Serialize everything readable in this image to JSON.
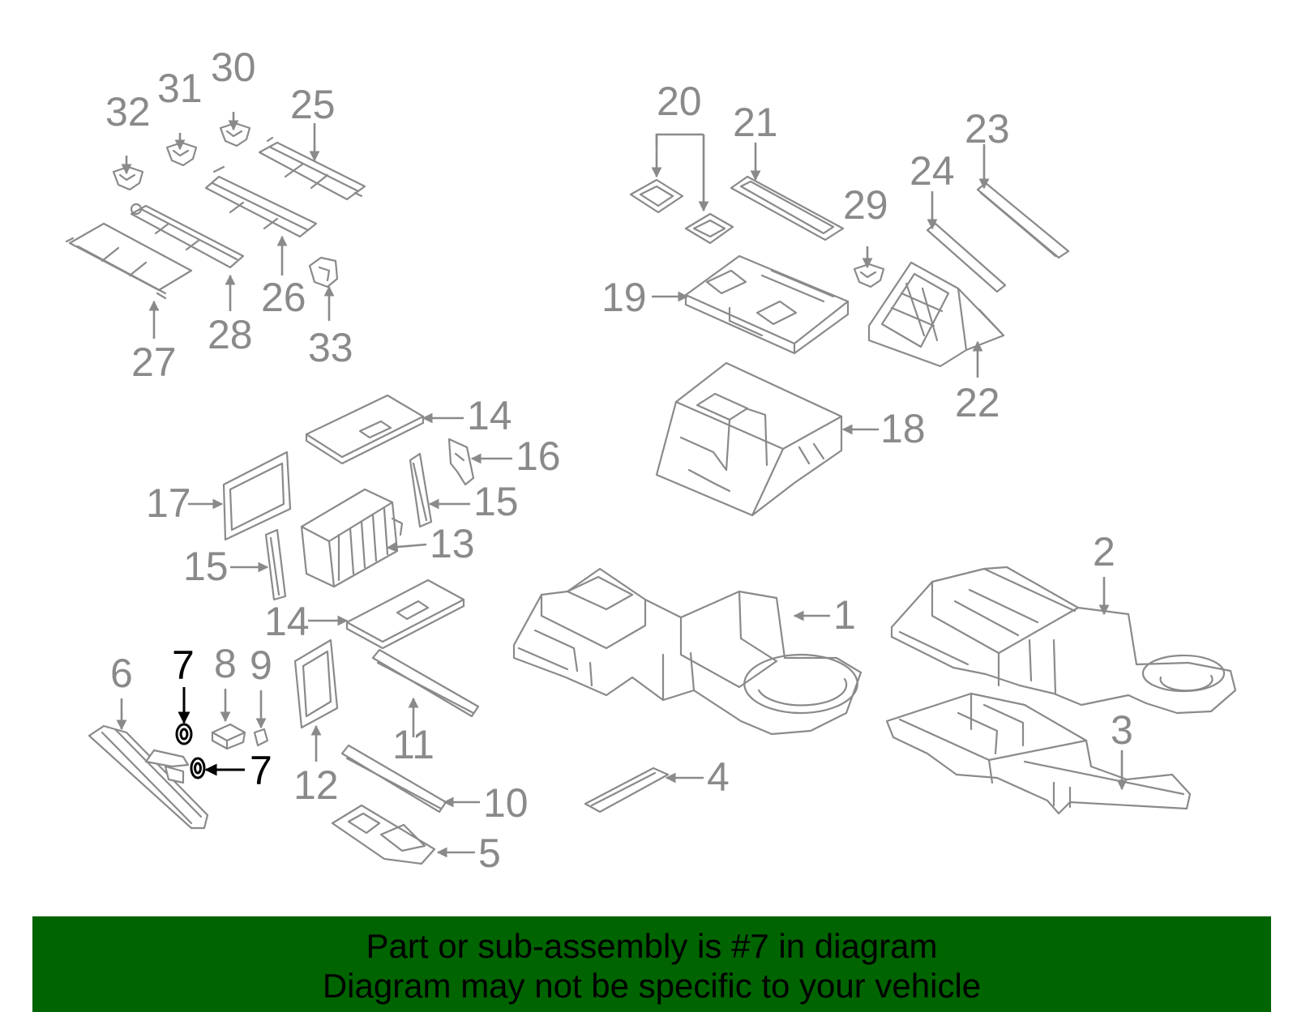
{
  "diagram": {
    "callouts": [
      {
        "id": "c32",
        "label": "32"
      },
      {
        "id": "c31",
        "label": "31"
      },
      {
        "id": "c30",
        "label": "30"
      },
      {
        "id": "c25",
        "label": "25"
      },
      {
        "id": "c26",
        "label": "26"
      },
      {
        "id": "c27",
        "label": "27"
      },
      {
        "id": "c28",
        "label": "28"
      },
      {
        "id": "c33",
        "label": "33"
      },
      {
        "id": "c20",
        "label": "20"
      },
      {
        "id": "c21",
        "label": "21"
      },
      {
        "id": "c23",
        "label": "23"
      },
      {
        "id": "c24",
        "label": "24"
      },
      {
        "id": "c29",
        "label": "29"
      },
      {
        "id": "c19",
        "label": "19"
      },
      {
        "id": "c22",
        "label": "22"
      },
      {
        "id": "c18",
        "label": "18"
      },
      {
        "id": "c14a",
        "label": "14"
      },
      {
        "id": "c16",
        "label": "16"
      },
      {
        "id": "c17",
        "label": "17"
      },
      {
        "id": "c15a",
        "label": "15"
      },
      {
        "id": "c13",
        "label": "13"
      },
      {
        "id": "c15b",
        "label": "15"
      },
      {
        "id": "c14b",
        "label": "14"
      },
      {
        "id": "c2",
        "label": "2"
      },
      {
        "id": "c1",
        "label": "1"
      },
      {
        "id": "c3",
        "label": "3"
      },
      {
        "id": "c6",
        "label": "6"
      },
      {
        "id": "c7a",
        "label": "7"
      },
      {
        "id": "c8",
        "label": "8"
      },
      {
        "id": "c9",
        "label": "9"
      },
      {
        "id": "c7b",
        "label": "7"
      },
      {
        "id": "c11",
        "label": "11"
      },
      {
        "id": "c12",
        "label": "12"
      },
      {
        "id": "c10",
        "label": "10"
      },
      {
        "id": "c4",
        "label": "4"
      },
      {
        "id": "c5",
        "label": "5"
      }
    ],
    "highlighted_part": "7"
  },
  "banner": {
    "line1": "Part or sub-assembly is #7 in diagram",
    "line2": "Diagram may not be specific to your vehicle",
    "background": "#006400"
  },
  "colors": {
    "part_stroke": "#8a8a8a",
    "highlight": "#000000"
  }
}
